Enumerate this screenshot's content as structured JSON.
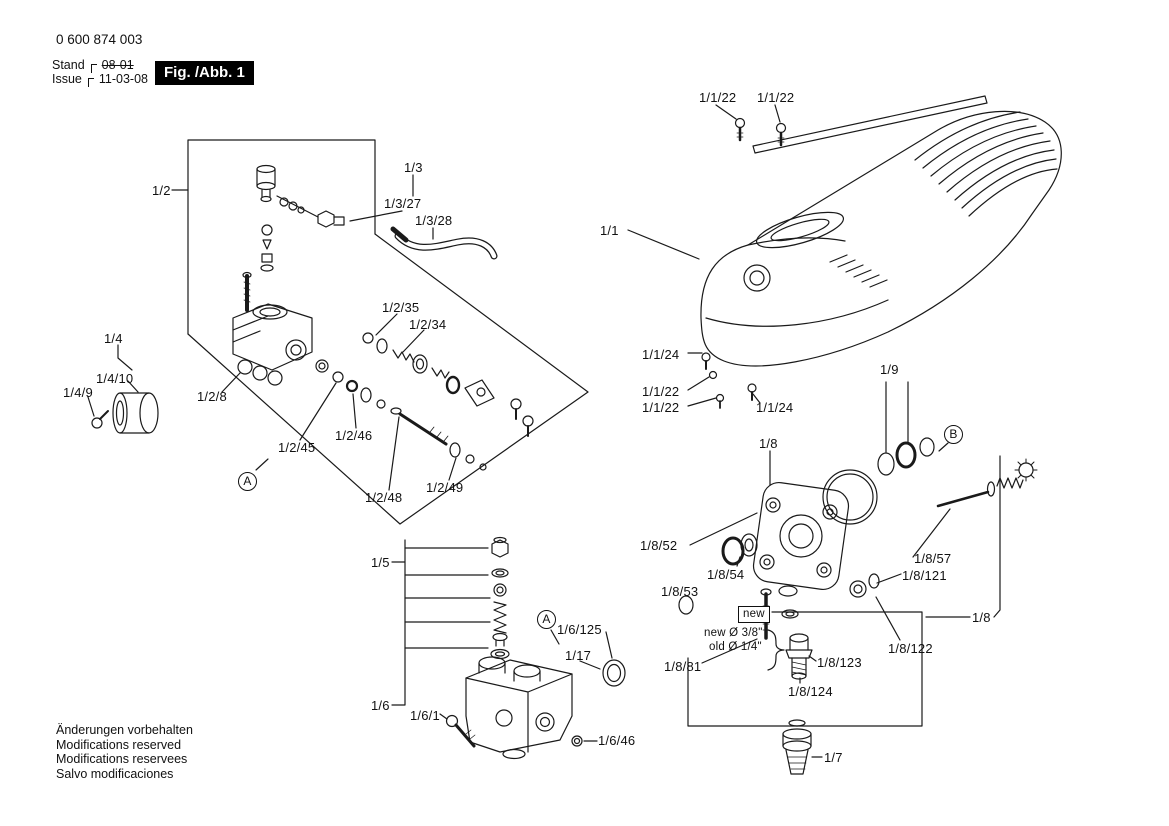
{
  "header": {
    "part_number": "0 600 874 003",
    "stand_label": "Stand",
    "issue_label": "Issue",
    "old_date": "08-01",
    "new_date": "11-03-08",
    "figure_label": "Fig. /Abb. 1"
  },
  "colors": {
    "ink": "#1a1a1a",
    "figure_label_bg": "#000000",
    "paper": "#ffffff"
  },
  "labels": [
    {
      "text": "1/2"
    },
    {
      "text": "1/3"
    },
    {
      "text": "1/3/27"
    },
    {
      "text": "1/3/28"
    },
    {
      "text": "1/2/35"
    },
    {
      "text": "1/2/34"
    },
    {
      "text": "1/4"
    },
    {
      "text": "1/4/10"
    },
    {
      "text": "1/4/9"
    },
    {
      "text": "1/2/8"
    },
    {
      "text": "1/2/45"
    },
    {
      "text": "1/2/46"
    },
    {
      "text": "1/2/48"
    },
    {
      "text": "1/2/49"
    },
    {
      "text": "A"
    },
    {
      "text": "1/5"
    },
    {
      "text": "1/6"
    },
    {
      "text": "1/6/1"
    },
    {
      "text": "1/6/46"
    },
    {
      "text": "1/6/125"
    },
    {
      "text": "1/17"
    },
    {
      "text": "A"
    },
    {
      "text": "1/1/22"
    },
    {
      "text": "1/1/22"
    },
    {
      "text": "1/1"
    },
    {
      "text": "1/1/24"
    },
    {
      "text": "1/1/22"
    },
    {
      "text": "1/1/22"
    },
    {
      "text": "1/1/24"
    },
    {
      "text": "1/9"
    },
    {
      "text": "B"
    },
    {
      "text": "1/8"
    },
    {
      "text": "1/8/52"
    },
    {
      "text": "1/8/54"
    },
    {
      "text": "1/8/53"
    },
    {
      "text": "1/8/57"
    },
    {
      "text": "1/8/121"
    },
    {
      "text": "new"
    },
    {
      "text": "new Ø 3/8\""
    },
    {
      "text": "old Ø 1/4\""
    },
    {
      "text": "1/8/81"
    },
    {
      "text": "1/8/123"
    },
    {
      "text": "1/8/122"
    },
    {
      "text": "1/8/124"
    },
    {
      "text": "1/8"
    },
    {
      "text": "1/7"
    }
  ],
  "footer": {
    "lines": [
      "Änderungen vorbehalten",
      "Modifications reserved",
      "Modifications reservees",
      "Salvo modificaciones"
    ]
  }
}
